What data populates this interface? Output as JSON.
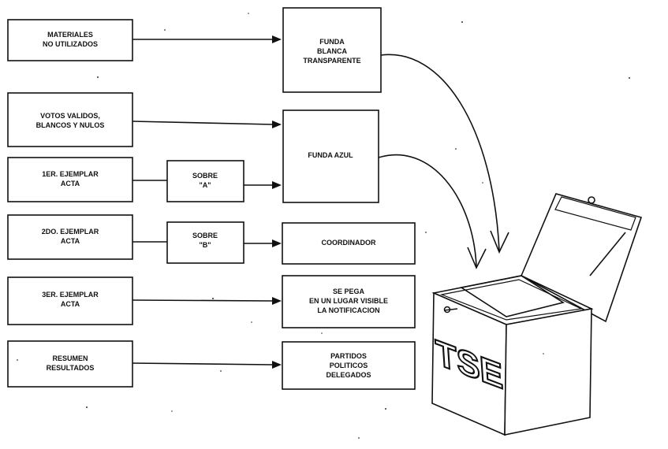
{
  "diagram": {
    "inputs": [
      {
        "id": "materiales",
        "lines": [
          "MATERIALES",
          "NO UTILIZADOS"
        ]
      },
      {
        "id": "votos",
        "lines": [
          "VOTOS VALIDOS,",
          "BLANCOS Y NULOS"
        ]
      },
      {
        "id": "ejemplar1",
        "lines": [
          "1ER. EJEMPLAR",
          "ACTA"
        ]
      },
      {
        "id": "ejemplar2",
        "lines": [
          "2DO. EJEMPLAR",
          "ACTA"
        ]
      },
      {
        "id": "ejemplar3",
        "lines": [
          "3ER. EJEMPLAR",
          "ACTA"
        ]
      },
      {
        "id": "resumen",
        "lines": [
          "RESUMEN",
          "RESULTADOS"
        ]
      }
    ],
    "envelopes": [
      {
        "id": "sobre-a",
        "lines": [
          "SOBRE",
          "\"A\""
        ]
      },
      {
        "id": "sobre-b",
        "lines": [
          "SOBRE",
          "\"B\""
        ]
      }
    ],
    "outputs": [
      {
        "id": "funda-blanca",
        "lines": [
          "FUNDA",
          "BLANCA",
          "TRANSPARENTE"
        ]
      },
      {
        "id": "funda-azul",
        "lines": [
          "FUNDA AZUL"
        ]
      },
      {
        "id": "coordinador",
        "lines": [
          "COORDINADOR"
        ]
      },
      {
        "id": "notificacion",
        "lines": [
          "SE PEGA",
          "EN UN LUGAR VISIBLE",
          "LA NOTIFICACION"
        ]
      },
      {
        "id": "partidos",
        "lines": [
          "PARTIDOS",
          "POLITICOS",
          "DELEGADOS"
        ]
      }
    ],
    "box_label": "TSE"
  }
}
